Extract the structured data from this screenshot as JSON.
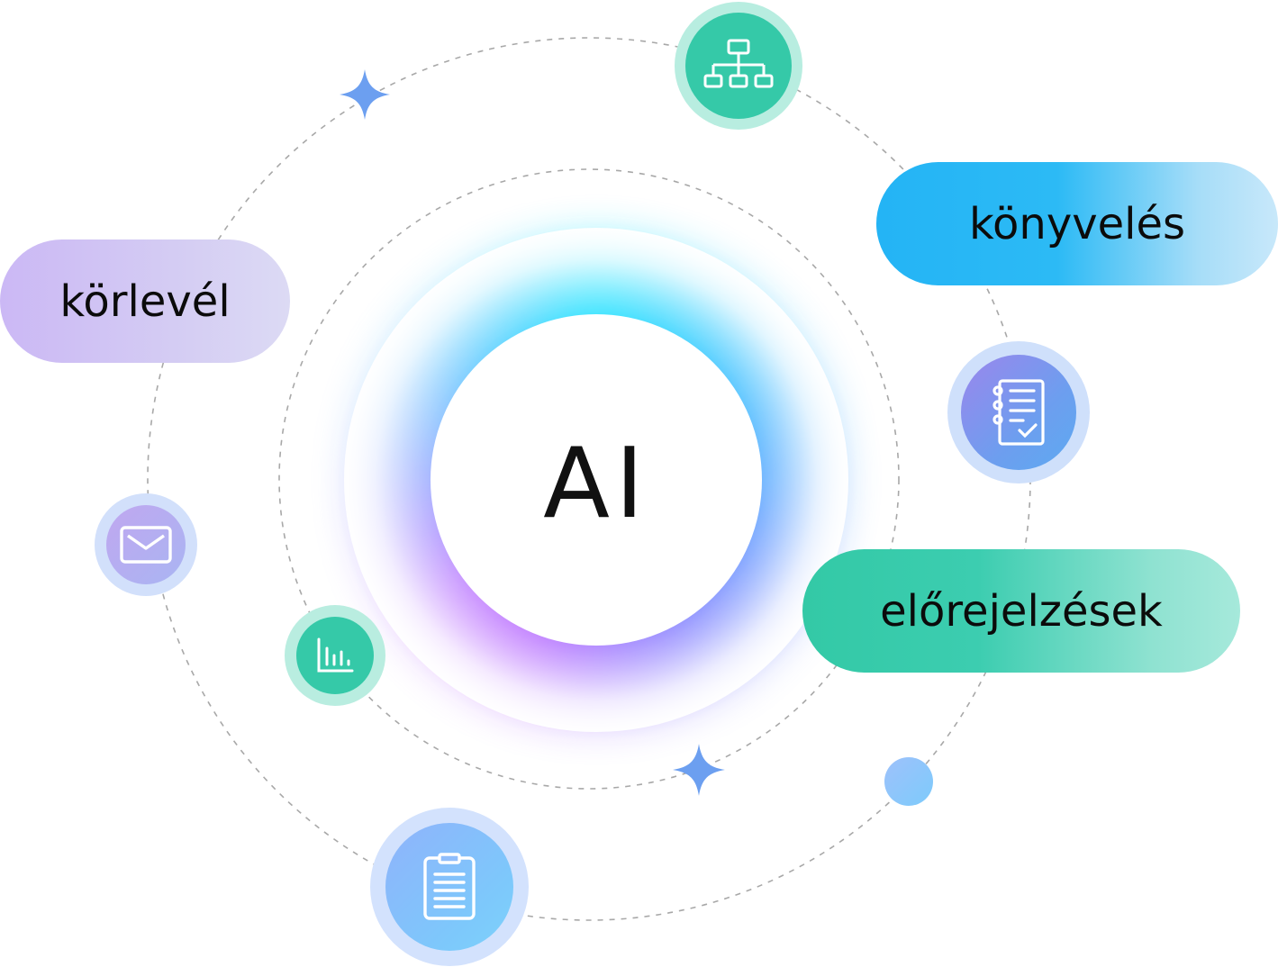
{
  "center": {
    "label": "AI"
  },
  "pills": {
    "korlevel": "körlevél",
    "konyveles": "könyvelés",
    "elorejelzesek": "előrejelzések"
  },
  "icons": {
    "sitemap": "sitemap-icon",
    "checklist": "checklist-icon",
    "mail": "mail-icon",
    "chart": "bar-chart-icon",
    "clipboard": "clipboard-icon",
    "sparkle": "sparkle-icon"
  },
  "colors": {
    "teal": "#35c9a8",
    "sky": "#24b4f5",
    "lavender": "#cbb8f5",
    "blue_accent": "#6c9ff0",
    "glow_cyan": "#2ee6ff",
    "glow_violet": "#c07bff"
  }
}
